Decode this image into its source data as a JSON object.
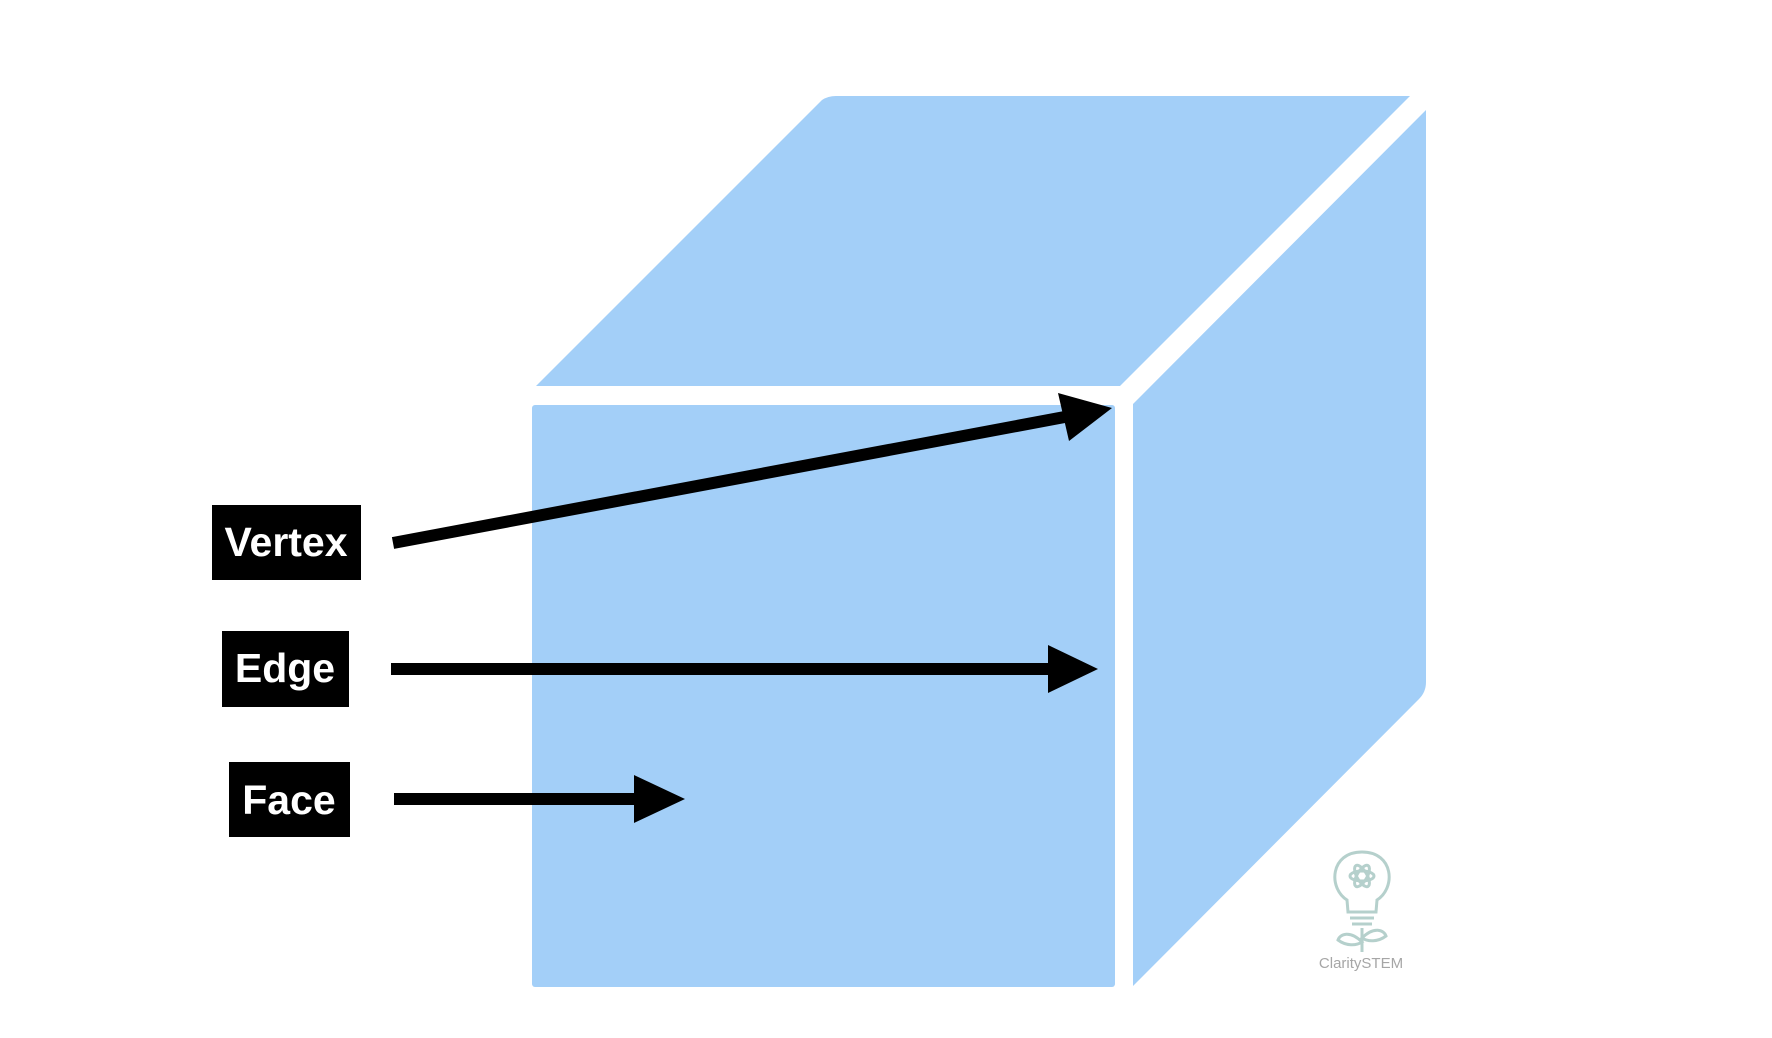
{
  "labels": {
    "vertex": "Vertex",
    "edge": "Edge",
    "face": "Face"
  },
  "watermark": {
    "text": "ClaritySTEM",
    "icon": "lightbulb-atom-plant-icon"
  },
  "colors": {
    "cube_face": "#a3cff8",
    "label_bg": "#000000",
    "label_text": "#ffffff",
    "arrow": "#000000",
    "background": "#ffffff",
    "watermark": "#a6a6a6",
    "watermark_icon": "#b5d0cc"
  }
}
